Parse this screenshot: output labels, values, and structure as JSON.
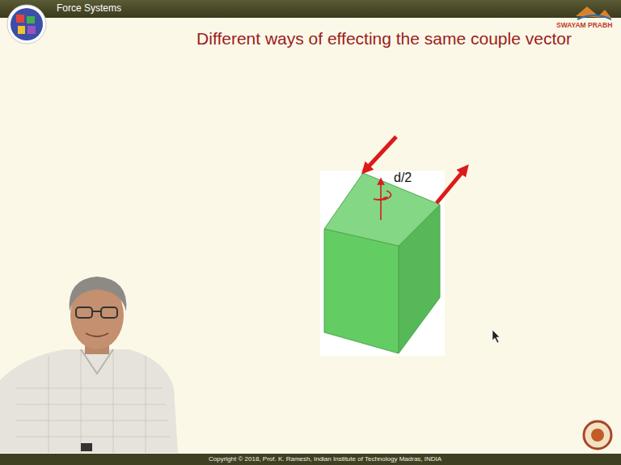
{
  "diagram": {
    "title": "Different ways of effecting the same couple vector",
    "labels": [
      "Force Systems",
      "SWAYAM PRABH",
      "d/2",
      "Copyright © 2018, Prof. K. Ramesh, Indian Institute of Technology Madras, INDIA"
    ]
  }
}
